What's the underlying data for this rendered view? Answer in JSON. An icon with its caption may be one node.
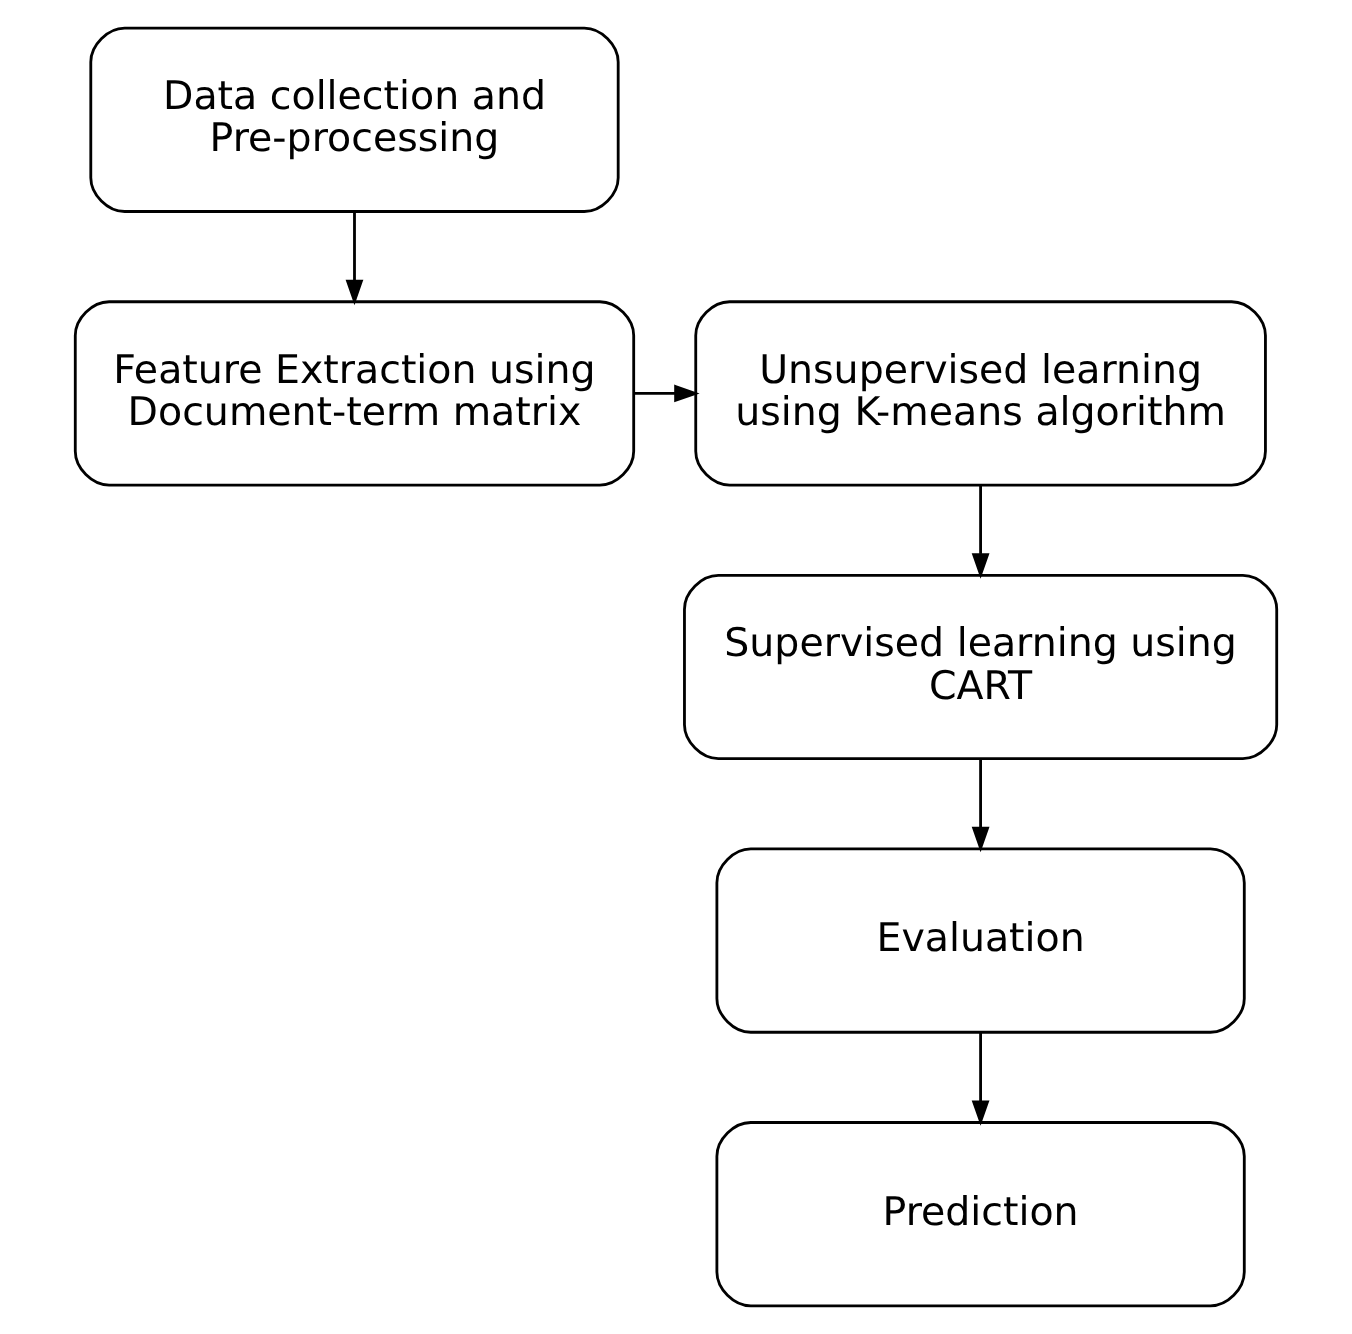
{
  "diagram": {
    "nodes": [
      {
        "text": [
          "Data collection and Pre-processing"
        ]
      },
      {
        "text": [
          "Feature Extraction using Document-term matrix"
        ]
      },
      {
        "text": [
          "Unsupervised learning using K-means algorithm"
        ]
      },
      {
        "text": [
          "Supervised learning using CART"
        ]
      },
      {
        "text": [
          "Evaluation"
        ]
      },
      {
        "text": [
          "Prediction"
        ]
      }
    ],
    "edges": [
      {
        "from": 0,
        "to": 1,
        "arrow": "to"
      },
      {
        "from": 1,
        "to": 2,
        "arrow": "to"
      },
      {
        "from": 2,
        "to": 3,
        "arrow": "to"
      },
      {
        "from": 3,
        "to": 4,
        "arrow": "to"
      },
      {
        "from": 4,
        "to": 5,
        "arrow": "to"
      }
    ]
  }
}
